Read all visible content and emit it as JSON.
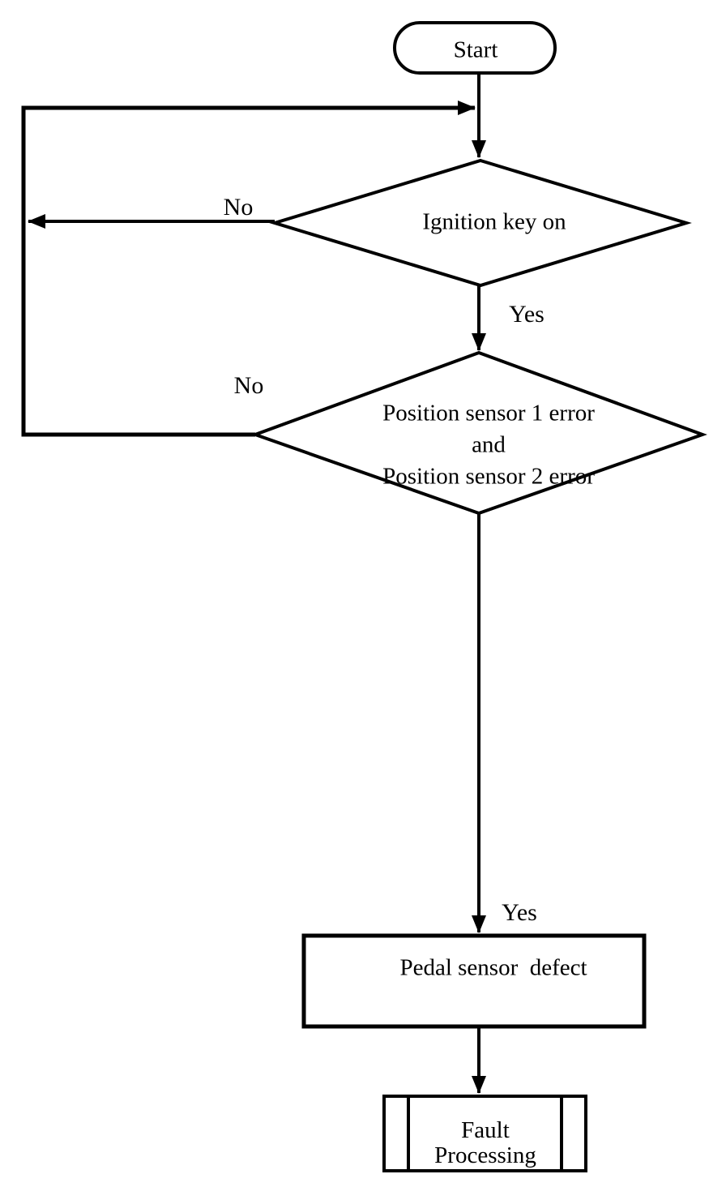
{
  "diagram": {
    "type": "flowchart",
    "background_color": "#ffffff",
    "line_color": "#000000",
    "nodes": {
      "start": {
        "shape": "terminator",
        "label": "Start"
      },
      "ignition_decision": {
        "shape": "decision",
        "label": "Ignition key on"
      },
      "position_decision": {
        "shape": "decision",
        "lines": [
          "Position sensor 1 error",
          "and",
          "Position sensor 2 error"
        ]
      },
      "pedal_defect": {
        "shape": "process",
        "label": "Pedal sensor  defect"
      },
      "fault_processing": {
        "shape": "predefined-process",
        "lines": [
          "Fault",
          "Processing"
        ]
      }
    },
    "edge_labels": {
      "ignition_no": "No",
      "ignition_yes": "Yes",
      "position_no": "No",
      "position_yes": "Yes"
    }
  }
}
